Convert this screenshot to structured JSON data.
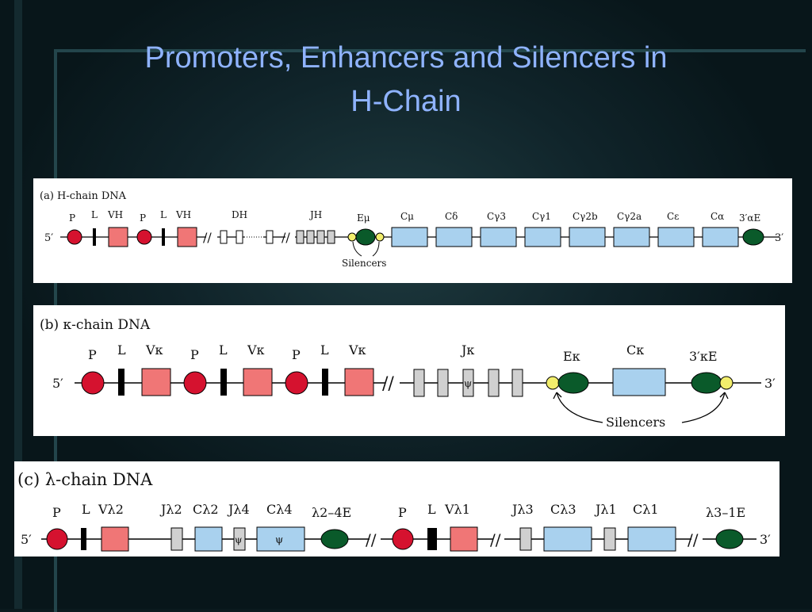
{
  "slide": {
    "title_line1": "Promoters, Enhancers and Silencers in",
    "title_line2": "H-Chain"
  },
  "colors": {
    "promoter": "#d5122f",
    "leader": "#000000",
    "variable": "#f07676",
    "constant": "#a9d1ee",
    "j_segment": "#d0d0d0",
    "enhancer": "#0a5a2a",
    "silencer": "#f2ee6c",
    "title": "#8fb3ff"
  },
  "panel_a": {
    "label": "(a)  H-chain DNA",
    "end5": "5′",
    "end3": "3′",
    "p1": "P",
    "l1": "L",
    "vh1": "VH",
    "p2": "P",
    "l2": "L",
    "vh2": "VH",
    "dh": "DH",
    "jh": "JH",
    "emu": "Eμ",
    "constants": [
      "Cμ",
      "Cδ",
      "Cγ3",
      "Cγ1",
      "Cγ2b",
      "Cγ2a",
      "Cε",
      "Cα"
    ],
    "enh3": "3′αE",
    "silencers": "Silencers"
  },
  "panel_b": {
    "label": "(b)  κ-chain DNA",
    "end5": "5′",
    "end3": "3′",
    "p1": "P",
    "l1": "L",
    "v1": "Vκ",
    "p2": "P",
    "l2": "L",
    "v2": "Vκ",
    "p3": "P",
    "l3": "L",
    "v3": "Vκ",
    "jk": "Jκ",
    "psi": "ψ",
    "ek": "Eκ",
    "ck": "Cκ",
    "enh3": "3′κE",
    "silencers": "Silencers"
  },
  "panel_c": {
    "label": "(c)  λ-chain DNA",
    "end5": "5′",
    "end3": "3′",
    "p1": "P",
    "l1": "L",
    "vl2": "Vλ2",
    "jl2": "Jλ2",
    "cl2": "Cλ2",
    "jl4": "Jλ4",
    "cl4": "Cλ4",
    "psi": "ψ",
    "e24": "λ2–4E",
    "p2": "P",
    "l2": "L",
    "vl1": "Vλ1",
    "jl3": "Jλ3",
    "cl3": "Cλ3",
    "jl1": "Jλ1",
    "cl1": "Cλ1",
    "e31": "λ3–1E"
  }
}
